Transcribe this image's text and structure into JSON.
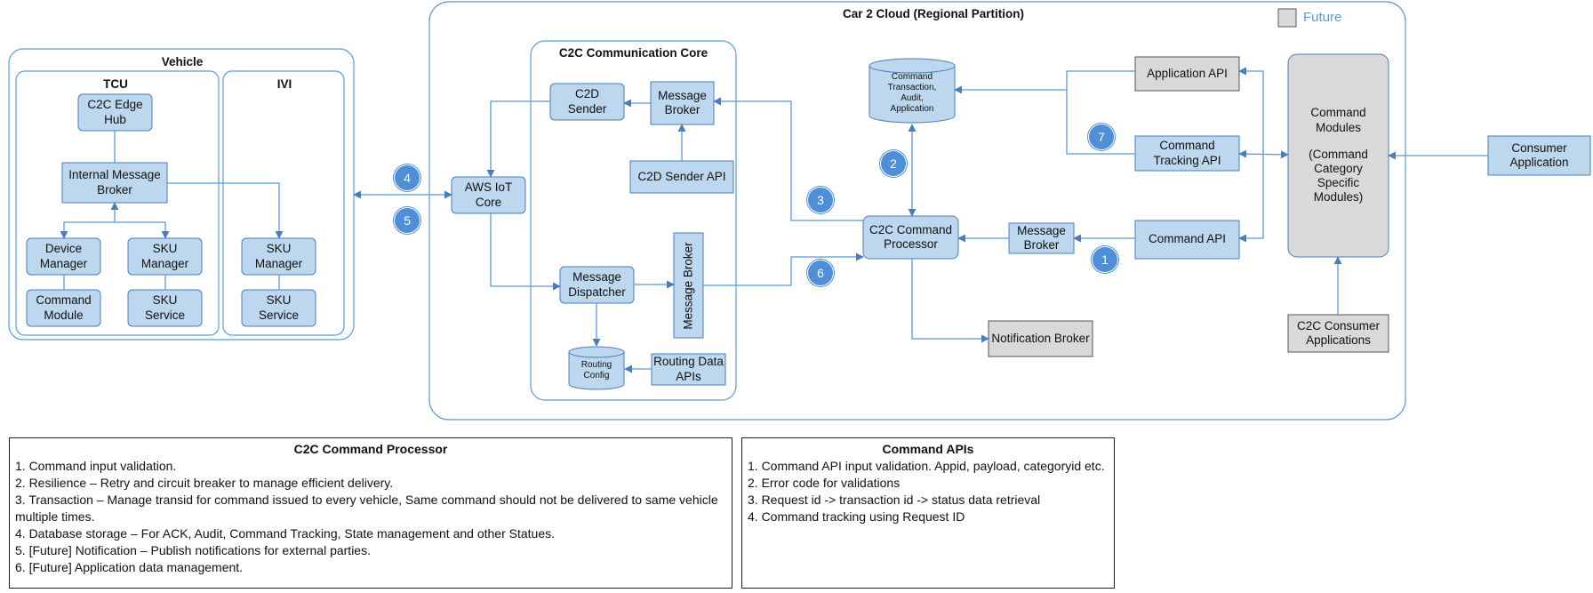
{
  "title": "Car 2 Cloud (Regional Partition)",
  "legend": {
    "label": "Future"
  },
  "vehicle": {
    "title": "Vehicle",
    "tcu": {
      "title": "TCU",
      "c2c_edge_hub": "C2C Edge Hub",
      "internal_message_broker": "Internal Message Broker",
      "device_manager": "Device Manager",
      "command_module": "Command Module",
      "sku_manager": "SKU Manager",
      "sku_service": "SKU Service"
    },
    "ivi": {
      "title": "IVI",
      "sku_manager": "SKU Manager",
      "sku_service": "SKU Service"
    }
  },
  "core": {
    "title": "C2C Communication Core",
    "c2d_sender": "C2D Sender",
    "message_broker_top": "Message Broker",
    "c2d_sender_api": "C2D Sender API",
    "message_dispatcher": "Message Dispatcher",
    "message_broker_vertical": "Message Broker",
    "routing_config": "Routing Config",
    "routing_data_apis": "Routing Data APIs"
  },
  "aws_iot_core": "AWS IoT Core",
  "command_db": "Command Transaction, Audit, Application",
  "c2c_command_processor": "C2C Command Processor",
  "message_broker_right": "Message Broker",
  "notification_broker": "Notification Broker",
  "application_api": "Application API",
  "command_tracking_api": "Command Tracking API",
  "command_api": "Command API",
  "command_modules": {
    "line1": "Command Modules",
    "line2": "(Command Category Specific Modules)"
  },
  "consumer_application": "Consumer Application",
  "c2c_consumer_applications": "C2C Consumer Applications",
  "badges": [
    "1",
    "2",
    "3",
    "4",
    "5",
    "6",
    "7"
  ],
  "notes_processor": {
    "title": "C2C Command Processor",
    "items": [
      "1. Command input validation.",
      "2. Resilience – Retry and circuit breaker to manage efficient delivery.",
      "3. Transaction – Manage transid for command issued to every vehicle, Same command should not be delivered to same vehicle multiple times.",
      "4. Database storage – For ACK, Audit, Command Tracking, State management and other Statues.",
      "5. [Future] Notification – Publish notifications for external parties.",
      "6. [Future] Application data management."
    ]
  },
  "notes_apis": {
    "title": "Command APIs",
    "items": [
      "1. Command API input validation. Appid, payload, categoryid etc.",
      "2. Error code for validations",
      "3. Request id -> transaction id -> status data retrieval",
      "4. Command tracking using Request ID"
    ]
  },
  "colors": {
    "box_fill": "#bdd7ee",
    "box_stroke": "#4a7ebb",
    "future_fill": "#d9d9d9",
    "badge": "#4f8fd8",
    "line": "#5b9bd5",
    "legend_text": "#5b9bd5"
  }
}
